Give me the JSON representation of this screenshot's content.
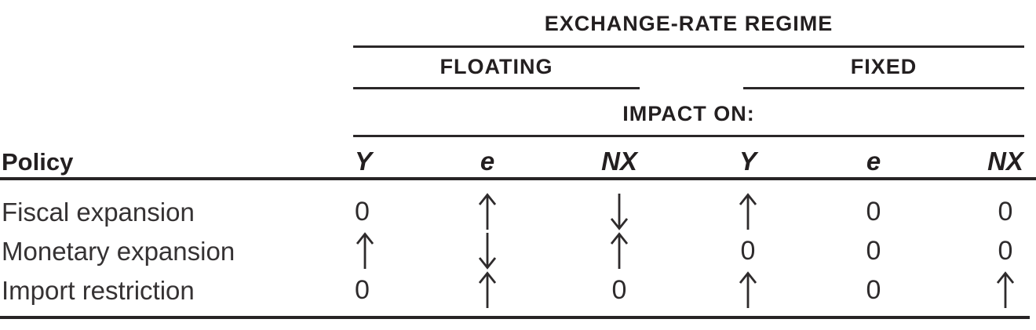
{
  "table": {
    "regime_header": "EXCHANGE-RATE REGIME",
    "regimes": {
      "floating_label": "FLOATING",
      "fixed_label": "FIXED"
    },
    "impact_label": "IMPACT ON:",
    "policy_header": "Policy",
    "column_headers": [
      "Y",
      "e",
      "NX",
      "Y",
      "e",
      "NX"
    ],
    "rows": [
      {
        "label": "Fiscal expansion",
        "cells": [
          "0",
          "↑",
          "↓",
          "↑",
          "0",
          "0"
        ]
      },
      {
        "label": "Monetary expansion",
        "cells": [
          "↑",
          "↓",
          "↑",
          "0",
          "0",
          "0"
        ]
      },
      {
        "label": "Import restriction",
        "cells": [
          "0",
          "↑",
          "0",
          "↑",
          "0",
          "↑"
        ]
      }
    ]
  },
  "colors": {
    "text": "#231f20",
    "body_text": "#353233",
    "rule": "#272425",
    "background": "#ffffff"
  }
}
